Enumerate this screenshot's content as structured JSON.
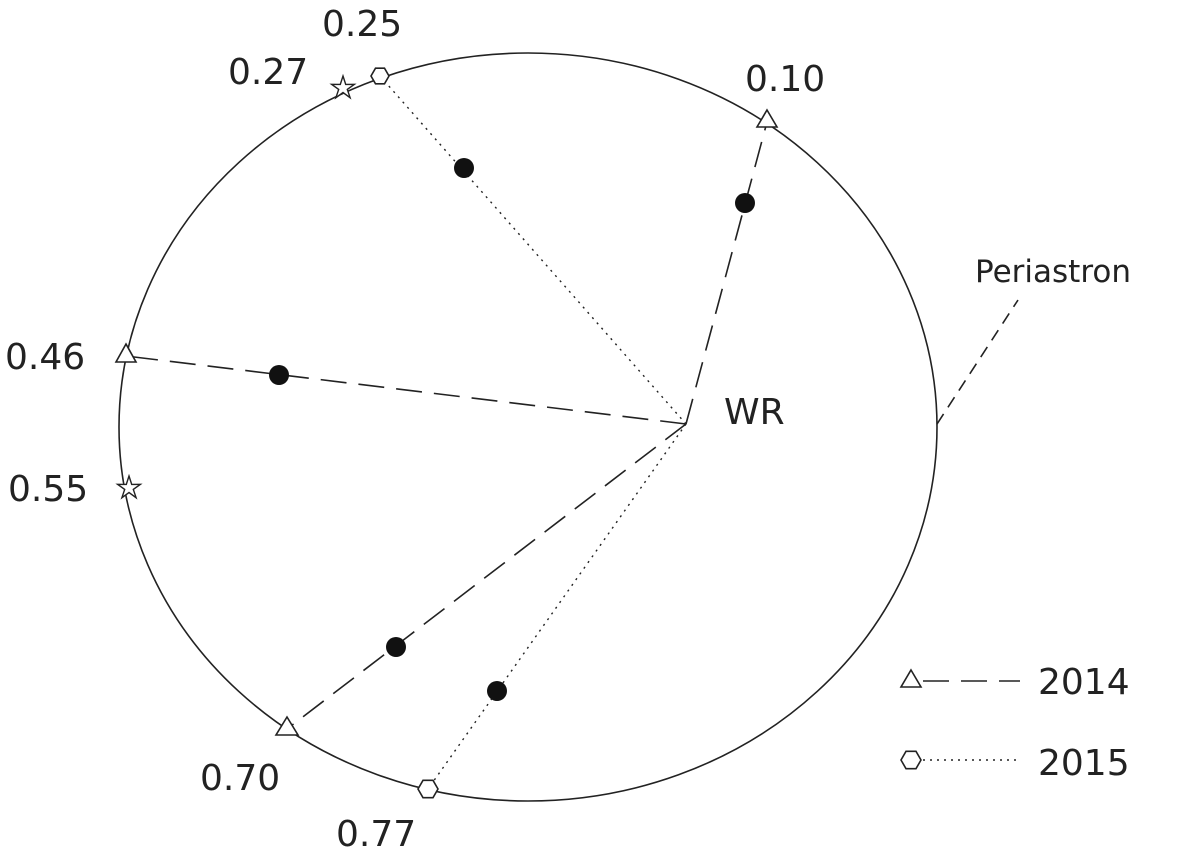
{
  "diagram": {
    "center_label": "WR",
    "periastron_label": "Periastron",
    "colors": {
      "ink": "#222222",
      "background": "#ffffff"
    },
    "legend": [
      {
        "year": "2014",
        "marker": "triangle-icon",
        "line": "long-dash"
      },
      {
        "year": "2015",
        "marker": "hexagon-icon",
        "line": "dotted"
      }
    ],
    "points": [
      {
        "phase": "0.10",
        "marker": "triangle",
        "series": "2014"
      },
      {
        "phase": "0.25",
        "marker": "hexagon",
        "series": "2015"
      },
      {
        "phase": "0.27",
        "marker": "star",
        "series": ""
      },
      {
        "phase": "0.46",
        "marker": "triangle",
        "series": "2014"
      },
      {
        "phase": "0.55",
        "marker": "star",
        "series": ""
      },
      {
        "phase": "0.70",
        "marker": "triangle",
        "series": "2014"
      },
      {
        "phase": "0.77",
        "marker": "hexagon",
        "series": "2015"
      }
    ]
  }
}
